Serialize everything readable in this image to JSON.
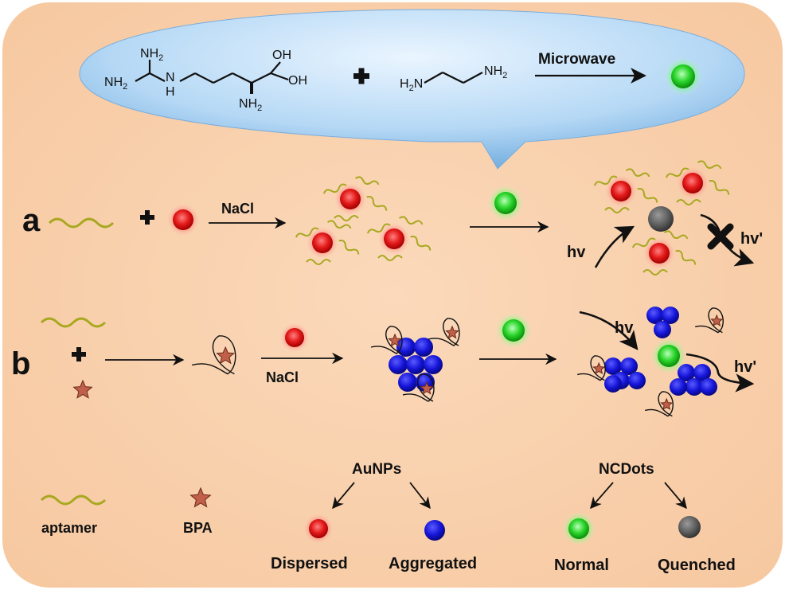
{
  "synthesis": {
    "arginine": {
      "nh2_top": "NH2",
      "nh2_left": "NH2",
      "nh": "N",
      "h": "H",
      "nh2_bottom": "NH2",
      "oh_top": "OH",
      "oh_right": "OH"
    },
    "ethylenediamine": {
      "left": "H2N",
      "right": "NH2"
    },
    "arrow_label": "Microwave"
  },
  "row_a": {
    "label": "a",
    "salt_label": "NaCl",
    "hv_in": "hv",
    "hv_out": "hv'"
  },
  "row_b": {
    "label": "b",
    "salt_label": "NaCl",
    "hv_in": "hv",
    "hv_out": "hv'"
  },
  "legend": {
    "aptamer": "aptamer",
    "bpa": "BPA",
    "aunps": "AuNPs",
    "dispersed": "Dispersed",
    "aggregated": "Aggregated",
    "ncdots": "NCDots",
    "normal": "Normal",
    "quenched": "Quenched"
  },
  "colors": {
    "background": "#f9d3b0",
    "bubble": "#a9d3f3",
    "aunp_dispersed": "#e41a1a",
    "aunp_aggregated": "#1414d8",
    "ncdot_normal": "#2ad42a",
    "ncdot_quenched": "#666666",
    "aptamer": "#a8a820",
    "bpa": "#c0604a"
  }
}
